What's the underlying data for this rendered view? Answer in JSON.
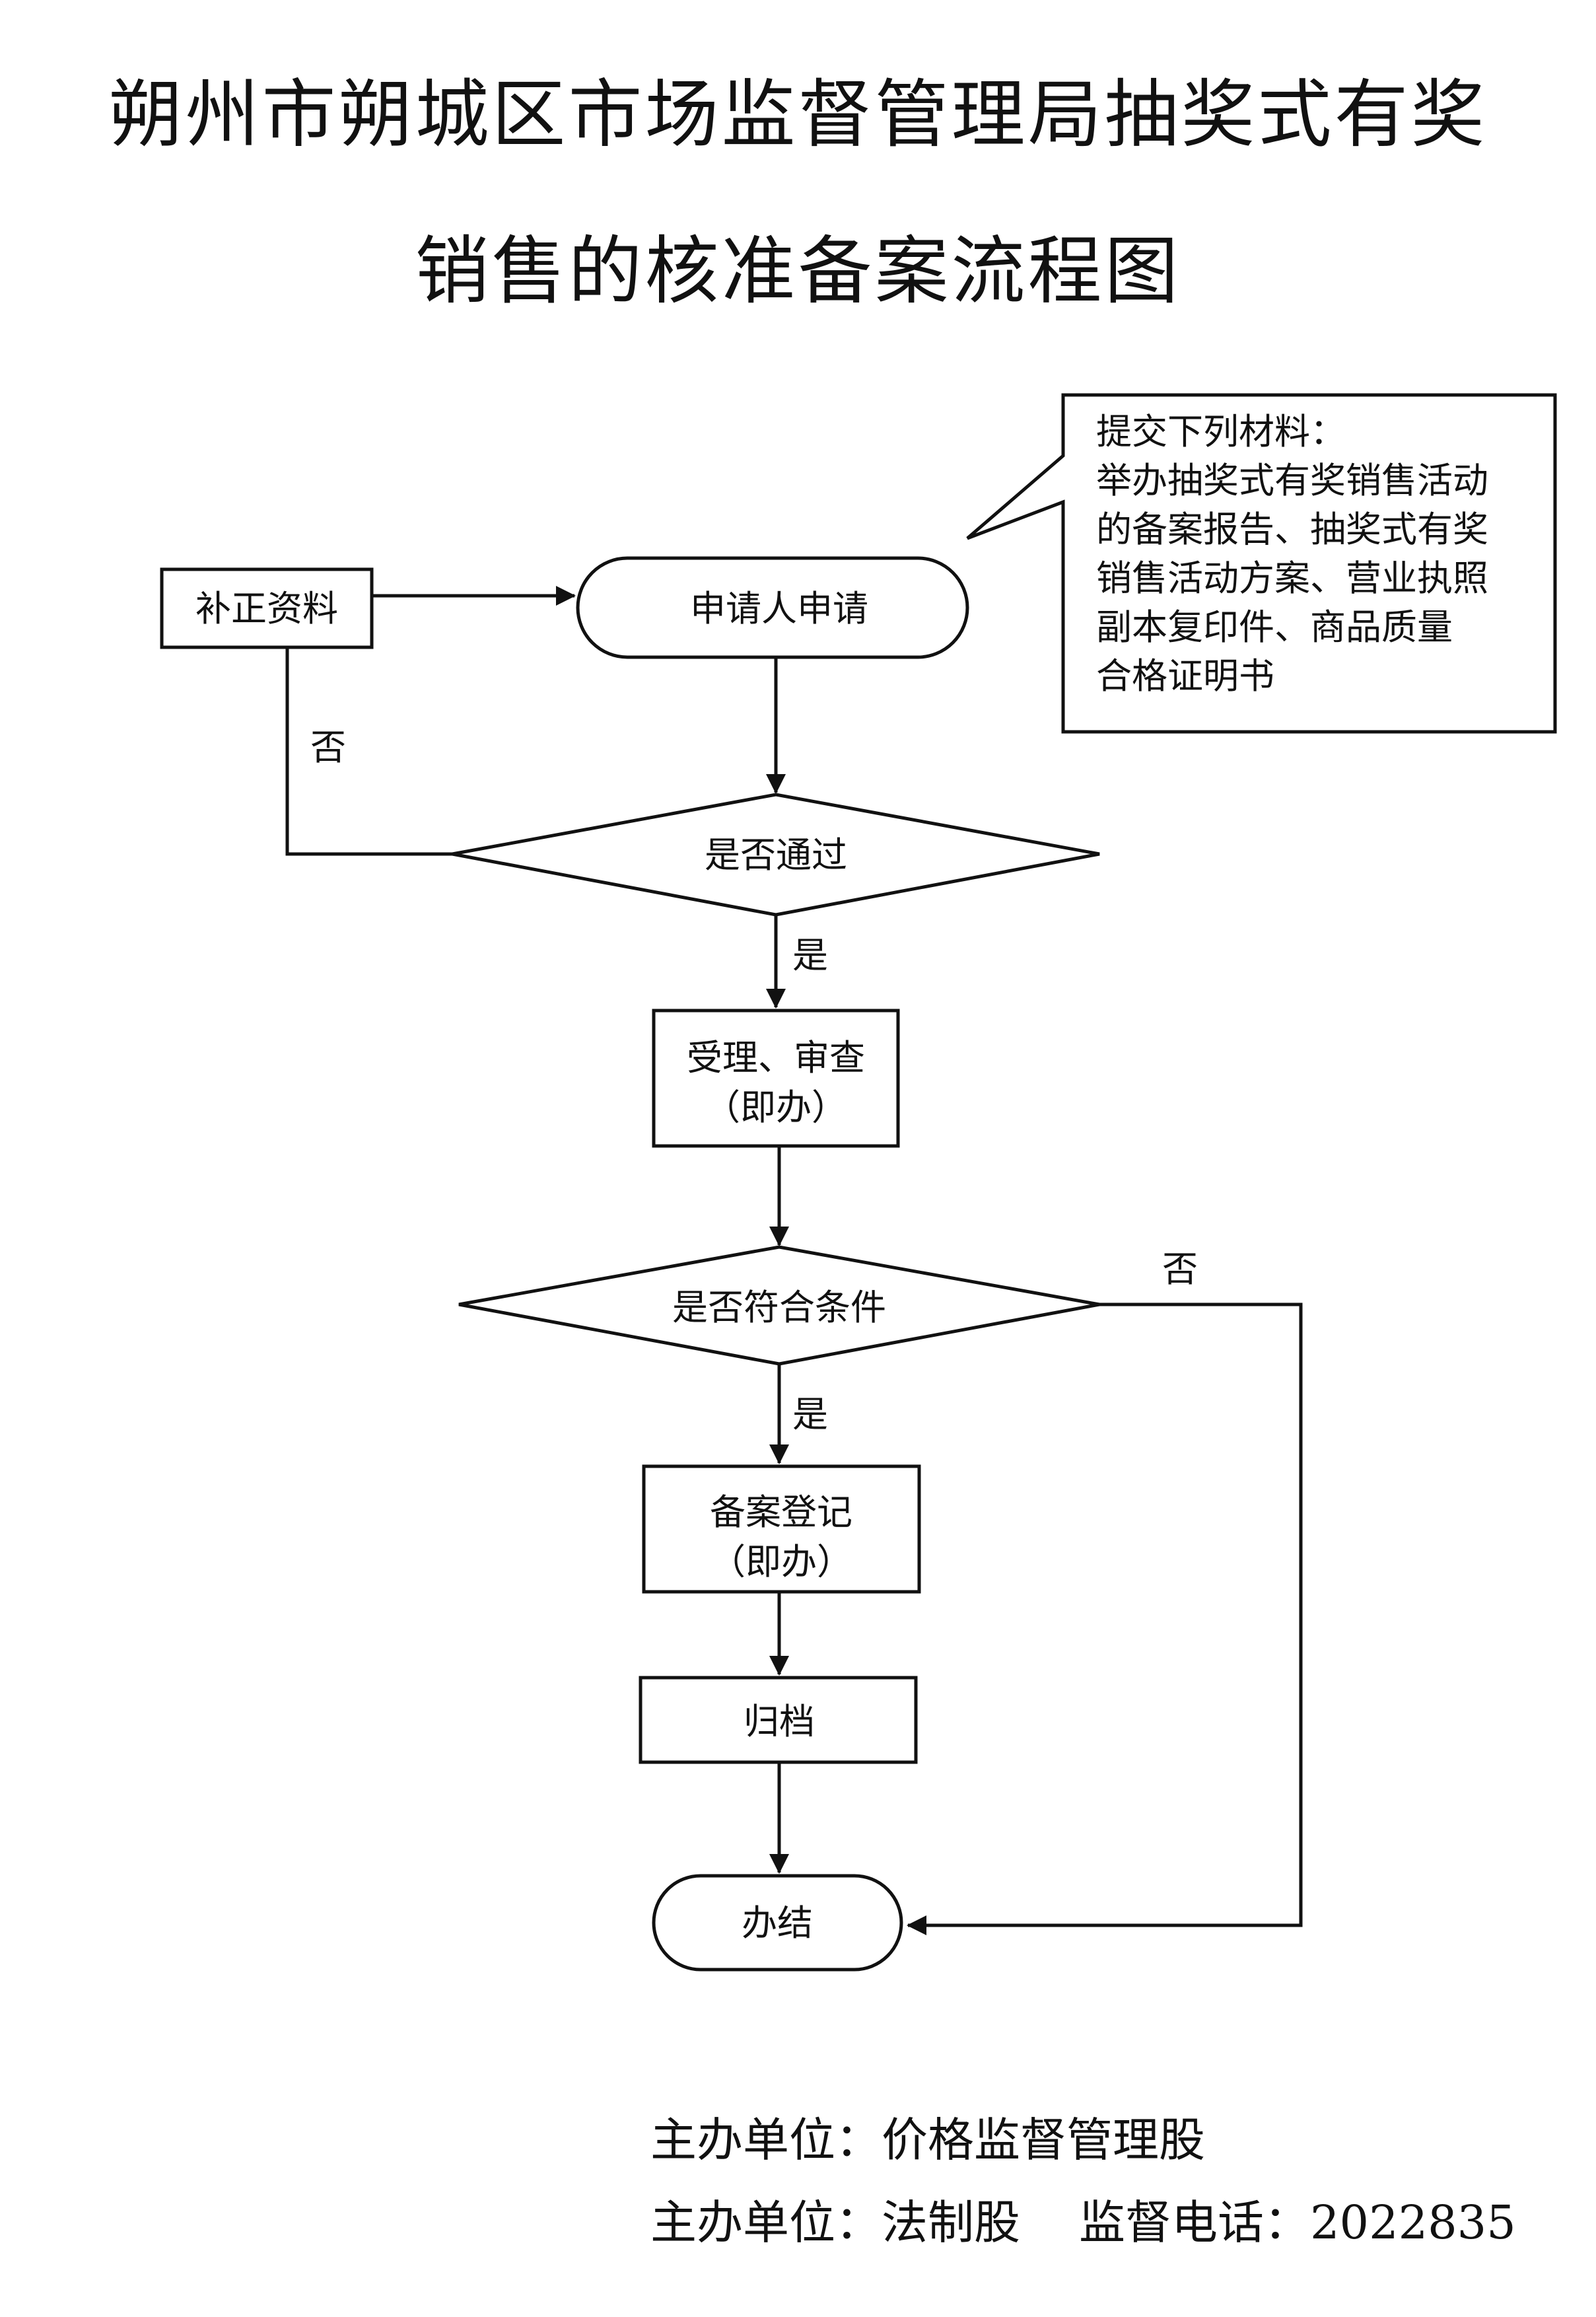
{
  "title": {
    "line1": "朔州市朔城区市场监督管理局抽奖式有奖",
    "line2": "销售的核准备案流程图"
  },
  "note": {
    "lines": [
      "提交下列材料：",
      "举办抽奖式有奖销售活动",
      "的备案报告、抽奖式有奖",
      "销售活动方案、营业执照",
      "副本复印件、商品质量",
      "合格证明书"
    ]
  },
  "nodes": {
    "supplement": "补正资料",
    "apply": "申请人申请",
    "pass_check": "是否通过",
    "review_line1": "受理、审查",
    "review_line2": "（即办）",
    "conditions_check": "是否符合条件",
    "register_line1": "备案登记",
    "register_line2": "（即办）",
    "archive": "归档",
    "finish": "办结"
  },
  "edge_labels": {
    "no_1": "否",
    "yes_1": "是",
    "no_2": "否",
    "yes_2": "是"
  },
  "footer": {
    "line1": "主办单位：价格监督管理股",
    "line2": "主办单位：法制股    监督电话：2022835"
  }
}
